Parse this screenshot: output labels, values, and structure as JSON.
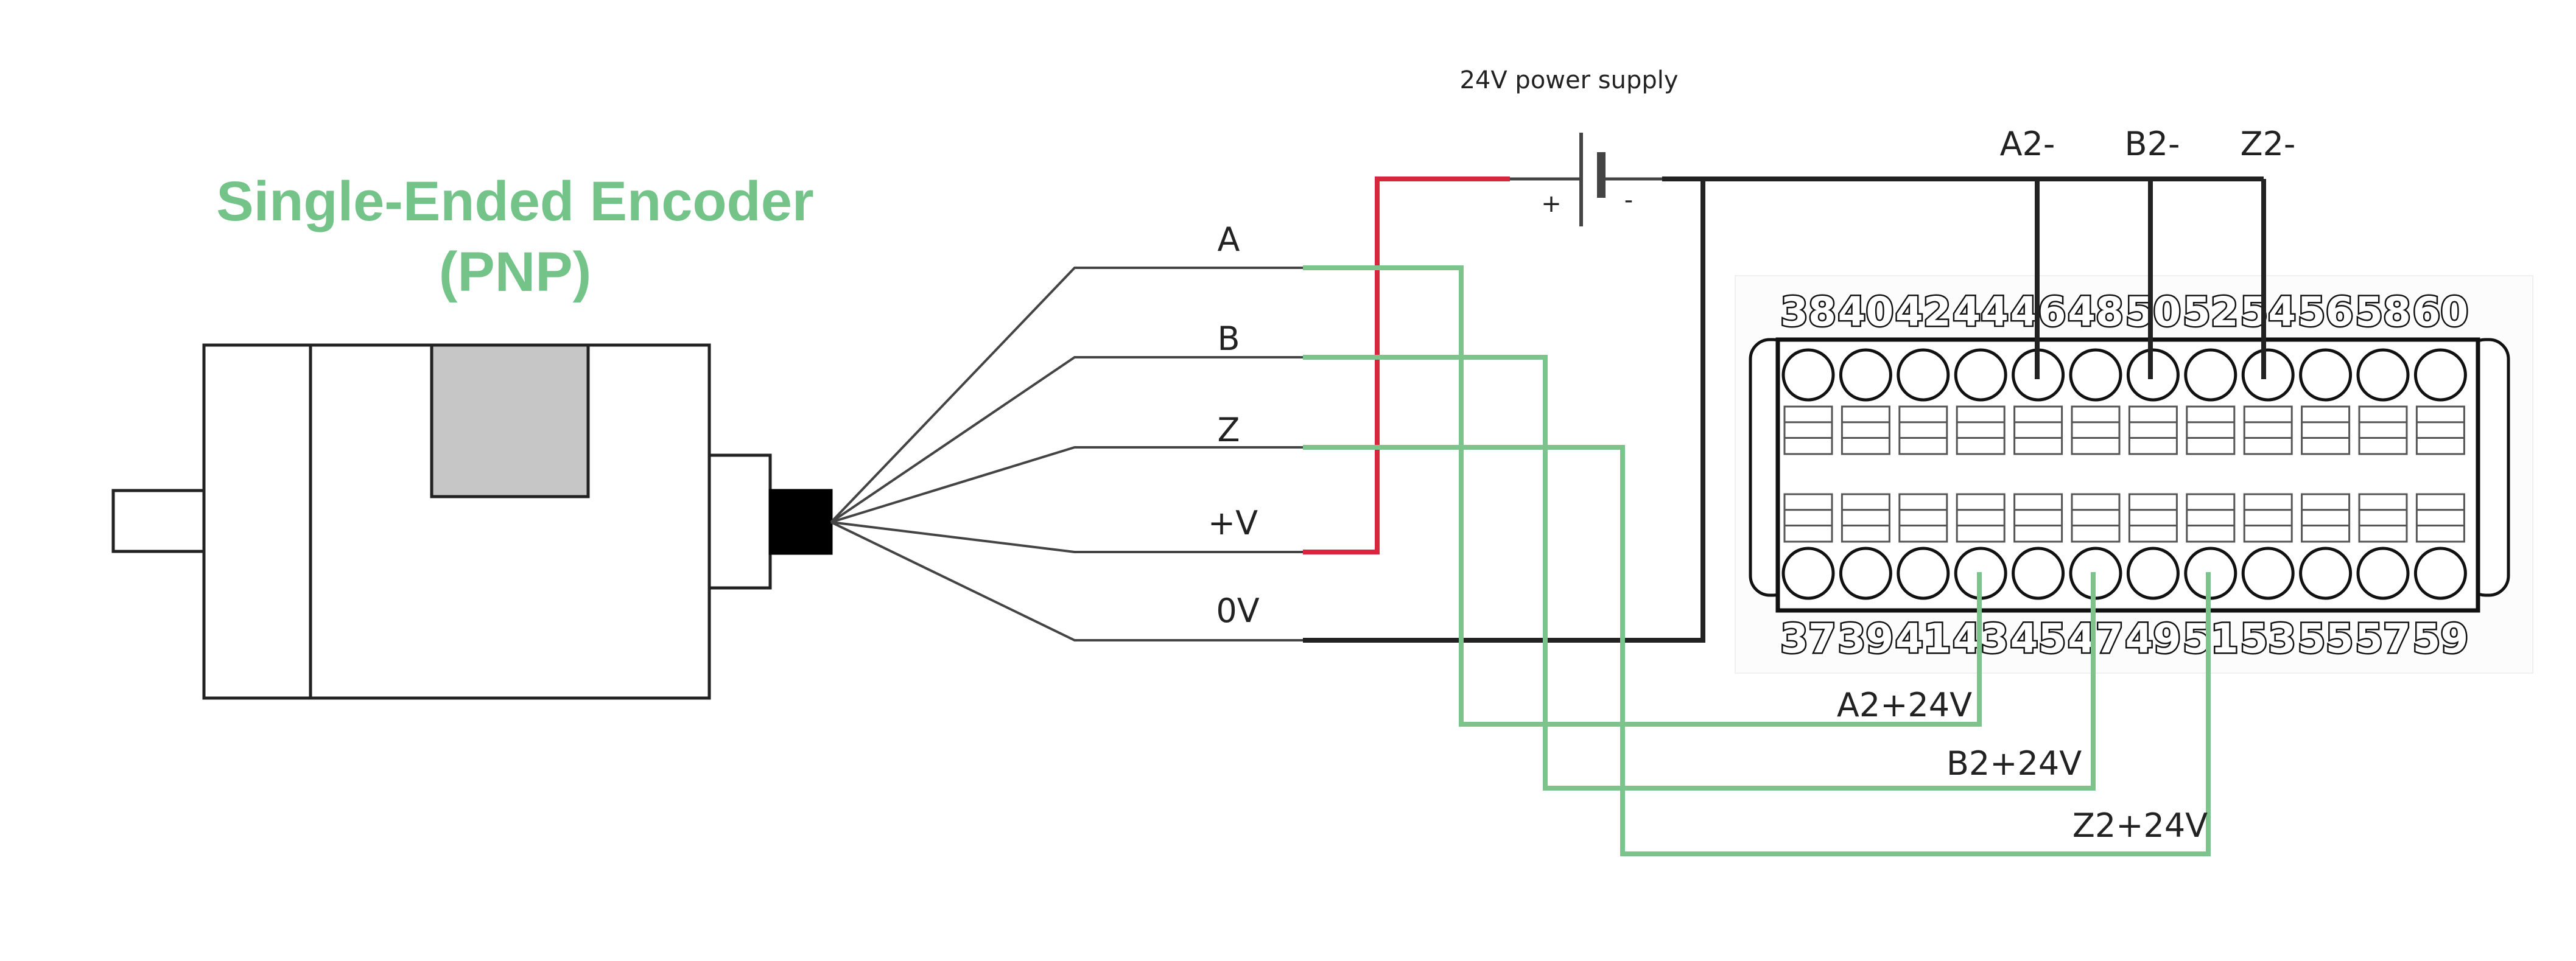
{
  "title": {
    "line1": "Single-Ended Encoder",
    "line2": "(PNP)"
  },
  "power_supply": {
    "label": "24V power supply",
    "plus": "+",
    "minus": "-"
  },
  "encoder_wires": {
    "a": "A",
    "b": "B",
    "z": "Z",
    "v_plus": "+V",
    "zero_v": "0V"
  },
  "top_connections": {
    "a2_minus": "A2-",
    "b2_minus": "B2-",
    "z2_minus": "Z2-"
  },
  "bottom_connections": {
    "a2_plus": "A2+24V",
    "b2_plus": "B2+24V",
    "z2_plus": "Z2+24V"
  },
  "terminal_block": {
    "top_pins": [
      "38",
      "40",
      "42",
      "44",
      "46",
      "48",
      "50",
      "52",
      "54",
      "56",
      "58",
      "60"
    ],
    "bottom_pins": [
      "37",
      "39",
      "41",
      "43",
      "45",
      "47",
      "49",
      "51",
      "53",
      "55",
      "57",
      "59"
    ]
  },
  "colors": {
    "title": "#74c389",
    "signal_wire": "#7cc48c",
    "power_wire": "#d7263d",
    "ground_wire": "#222222",
    "encoder_window": "#c6c6c6"
  }
}
